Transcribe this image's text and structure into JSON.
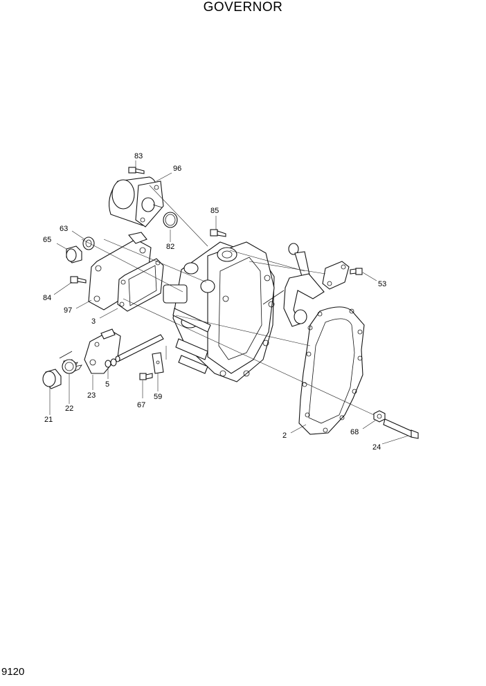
{
  "title": "GOVERNOR",
  "page_number": "9120",
  "callouts": {
    "c83": "83",
    "c96": "96",
    "c85": "85",
    "c63": "63",
    "c65": "65",
    "c82": "82",
    "c84": "84",
    "c97": "97",
    "c3": "3",
    "c53": "53",
    "c23": "23",
    "c5": "5",
    "c22": "22",
    "c21": "21",
    "c67": "67",
    "c59": "59",
    "c2": "2",
    "c68": "68",
    "c24": "24"
  }
}
